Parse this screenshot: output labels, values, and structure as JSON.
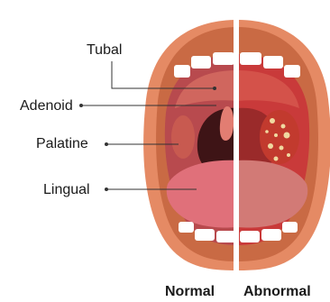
{
  "labels": {
    "tubal": "Tubal",
    "adenoid": "Adenoid",
    "palatine": "Palatine",
    "lingual": "Lingual"
  },
  "captions": {
    "normal": "Normal",
    "abnormal": "Abnormal"
  },
  "colors": {
    "lip": "#e58a64",
    "lip_dark": "#c96a44",
    "mouth_normal": "#b84a4e",
    "mouth_abnormal": "#c93a3a",
    "throat": "#3e1416",
    "tongue_normal": "#e0707a",
    "tongue_abnormal": "#d27a76",
    "teeth": "#ffffff",
    "tonsil_normal": "#c85a50",
    "tonsil_abnormal": "#c23a2e",
    "spots": "#f0d9a0",
    "divider": "#ffffff"
  }
}
